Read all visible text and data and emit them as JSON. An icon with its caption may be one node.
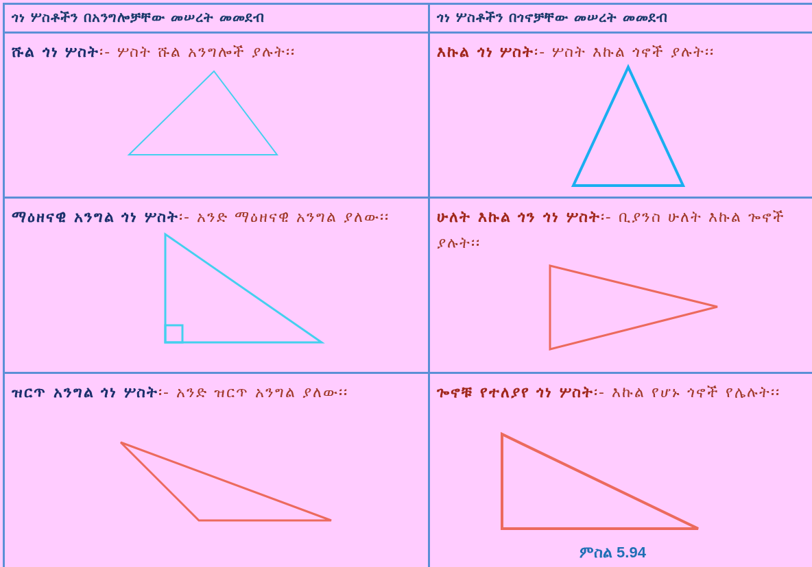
{
  "diagram": {
    "caption": "ምስል 5.94",
    "labels": [
      "ጎነ ሦስቶችን በአንግሎቻቸው መሠረት መመደብ",
      "ጎነ ሦስቶችን በጎኖቻቸው መሠረት መመደብ",
      "**ሹል ጎነ ሦስት**፡- ሦስት ሹል አንግሎች ያሉት፡፡",
      "**እኩል ጎነ ሦስት**፡- ሦስት እኩል ጎኖች ያሉት፡፡",
      "**ማዕዘናዊ አንግል ጎነ ሦስት**፡- አንድ ማዕዘናዊ አንግል ያለው፡፡",
      "**ሁለት እኩል ጎን ጎነ ሦስት**፡- ቢያንስ ሁለት እኩል ጐኖች ያሉት፡፡",
      "**ዝርጥ አንግል ጎነ ሦስት**፡- አንድ ዝርጥ አንግል ያለው፡፡",
      "**ጐኖቹ የተለያየ ጎነ ሦስት**፡- እኩል የሆኑ ጎኖች የሌሉት፡፡"
    ]
  }
}
